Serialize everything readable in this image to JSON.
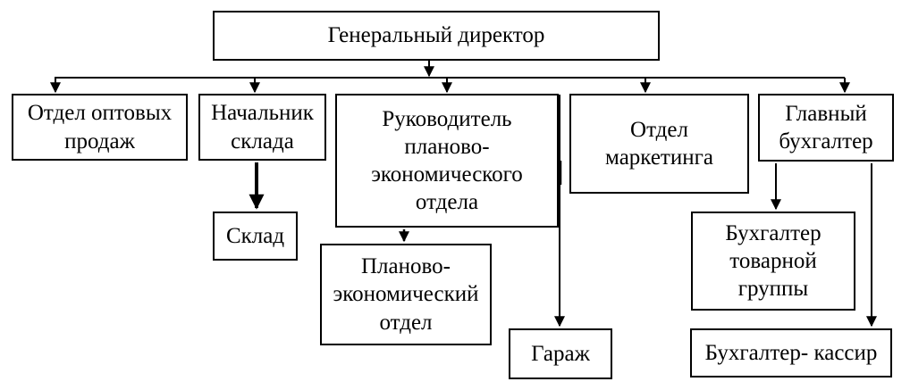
{
  "diagram": {
    "type": "org-chart",
    "language": "ru",
    "colors": {
      "background": "#ffffff",
      "box_border": "#000000",
      "line": "#000000",
      "text": "#000000"
    },
    "nodes": {
      "general_director": "Генеральный директор",
      "wholesale_dept": "Отдел оптовых\nпродаж",
      "warehouse_manager": "Начальник\nсклада",
      "planning_head": "Руководитель\nпланово-\nэкономического\nотдела",
      "marketing_dept": "Отдел\nмаркетинга",
      "chief_accountant": "Главный\nбухгалтер",
      "warehouse": "Склад",
      "planning_dept": "Планово-\nэкономический\nотдел",
      "garage": "Гараж",
      "goods_group_accountant": "Бухгалтер\nтоварной\nгруппы",
      "cashier_accountant": "Бухгалтер- кассир"
    },
    "edges": [
      {
        "from": "general_director",
        "to": "wholesale_dept"
      },
      {
        "from": "general_director",
        "to": "warehouse_manager"
      },
      {
        "from": "general_director",
        "to": "planning_head"
      },
      {
        "from": "general_director",
        "to": "marketing_dept"
      },
      {
        "from": "general_director",
        "to": "chief_accountant"
      },
      {
        "from": "warehouse_manager",
        "to": "warehouse"
      },
      {
        "from": "planning_head",
        "to": "planning_dept"
      },
      {
        "from": "general_director",
        "to": "garage"
      },
      {
        "from": "chief_accountant",
        "to": "goods_group_accountant"
      },
      {
        "from": "chief_accountant",
        "to": "cashier_accountant"
      }
    ]
  }
}
